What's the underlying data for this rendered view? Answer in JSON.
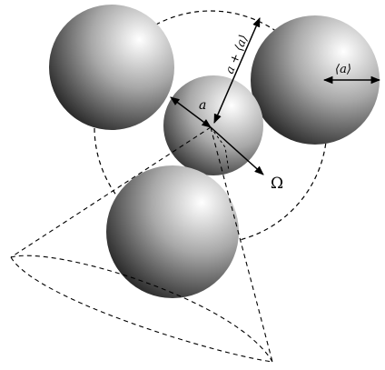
{
  "labels": {
    "inner_radius": "a",
    "outer_distance": "a + ⟨a⟩",
    "mean_radius": "⟨a⟩",
    "solid_angle": "Ω"
  },
  "colors": {
    "sphere_highlight": "#ffffff",
    "sphere_mid": "#a8a8a8",
    "sphere_shadow": "#1e1e1e",
    "line": "#000000"
  }
}
